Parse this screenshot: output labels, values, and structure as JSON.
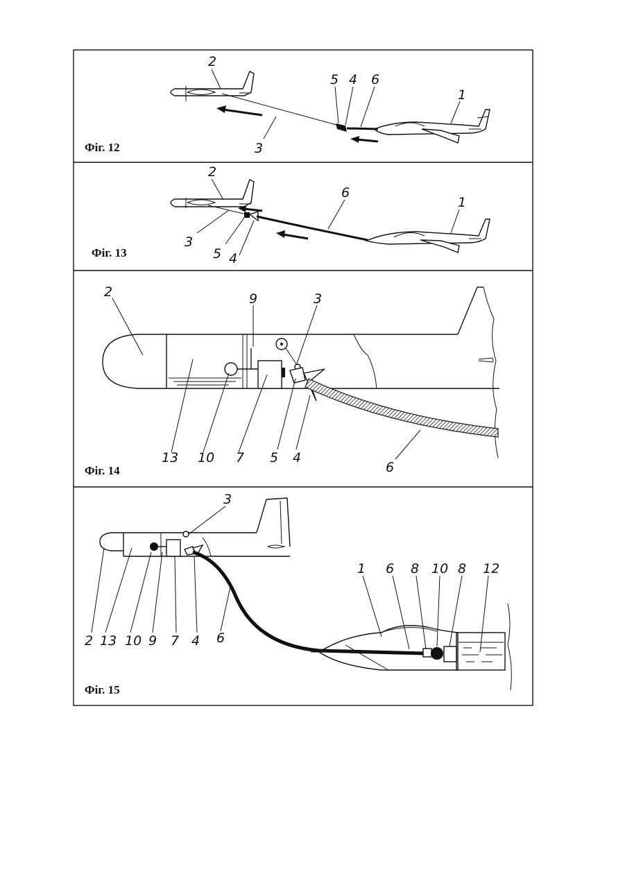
{
  "figures": [
    {
      "caption": "Фіг. 12",
      "labels": [
        "2",
        "5",
        "4",
        "6",
        "1",
        "3"
      ]
    },
    {
      "caption": "Фіг. 13",
      "labels": [
        "2",
        "6",
        "1",
        "3",
        "5",
        "4"
      ]
    },
    {
      "caption": "Фіг. 14",
      "labels": [
        "2",
        "9",
        "3",
        "13",
        "10",
        "7",
        "5",
        "4",
        "6"
      ]
    },
    {
      "caption": "Фіг. 15",
      "labels": [
        "3",
        "1",
        "6",
        "8",
        "10",
        "8",
        "12",
        "2",
        "13",
        "10",
        "9",
        "7",
        "4",
        "6"
      ]
    }
  ]
}
